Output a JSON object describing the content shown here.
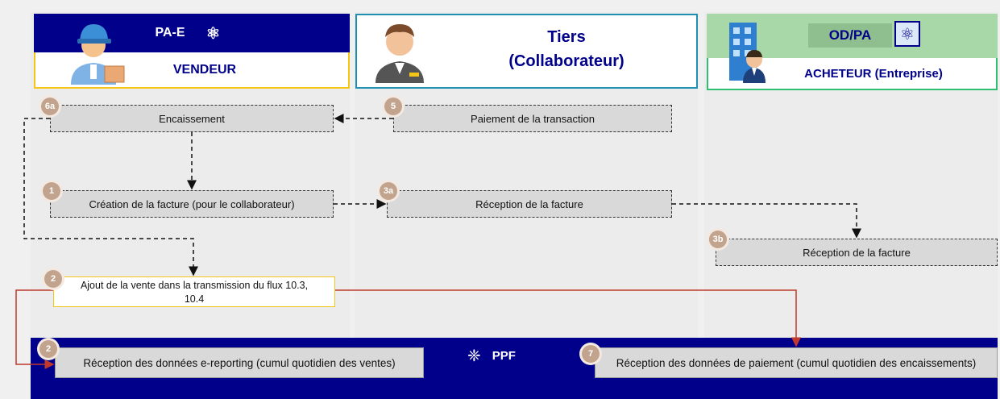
{
  "lanes": {
    "vendeur": {
      "top_label": "PA-E",
      "bottom_label": "VENDEUR",
      "icon": "person-seller-icon"
    },
    "tiers": {
      "label_line1": "Tiers",
      "label_line2": "(Collaborateur)",
      "icon": "person-collaborator-icon"
    },
    "acheteur": {
      "top_label": "OD/PA",
      "bottom_label": "ACHETEUR (Entreprise)",
      "icon": "building-buyer-icon"
    }
  },
  "steps": {
    "s6a": {
      "num": "6a",
      "label": "Encaissement"
    },
    "s5": {
      "num": "5",
      "label": "Paiement de la transaction"
    },
    "s1": {
      "num": "1",
      "label": "Création de la facture (pour le collaborateur)"
    },
    "s3a": {
      "num": "3a",
      "label": "Réception de la facture"
    },
    "s3b": {
      "num": "3b",
      "label": "Réception de la facture"
    },
    "s2": {
      "num": "2",
      "label_line1": "Ajout de la vente dans la  transmission du flux 10.3,",
      "label_line2": "10.4"
    },
    "ppf2": {
      "num": "2",
      "label": "Réception des données e-reporting (cumul quotidien des ventes)"
    },
    "ppf7": {
      "num": "7",
      "label": "Réception des données de paiement (cumul quotidien des encaissements)"
    }
  },
  "ppf": {
    "label": "PPF",
    "icon": "network-icon"
  },
  "colors": {
    "navy": "#00008b",
    "yellow_border": "#f5c518",
    "teal_border": "#1f8fb4",
    "green_border": "#2fbf71",
    "red_arrow": "#c0392b",
    "badge": "#c2a48e"
  }
}
